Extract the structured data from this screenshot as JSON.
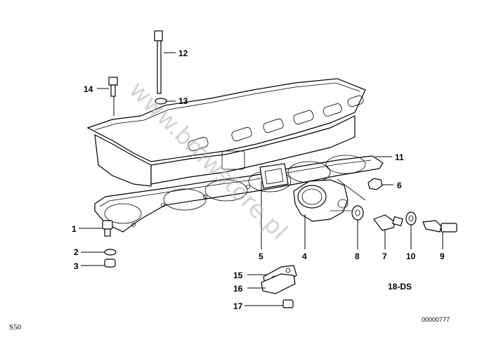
{
  "callouts": [
    {
      "id": "c1",
      "text": "1"
    },
    {
      "id": "c2",
      "text": "2"
    },
    {
      "id": "c3",
      "text": "3"
    },
    {
      "id": "c4",
      "text": "4"
    },
    {
      "id": "c5",
      "text": "5"
    },
    {
      "id": "c6",
      "text": "6"
    },
    {
      "id": "c7",
      "text": "7"
    },
    {
      "id": "c8",
      "text": "8"
    },
    {
      "id": "c9",
      "text": "9"
    },
    {
      "id": "c10",
      "text": "10"
    },
    {
      "id": "c11",
      "text": "11"
    },
    {
      "id": "c12",
      "text": "12"
    },
    {
      "id": "c13",
      "text": "13"
    },
    {
      "id": "c14",
      "text": "14"
    },
    {
      "id": "c15",
      "text": "15"
    },
    {
      "id": "c16",
      "text": "16"
    },
    {
      "id": "c17",
      "text": "17"
    }
  ],
  "diagram_code": "18-DS",
  "image_number": "00000777",
  "model_code": "S50",
  "watermark": "www.bmwstore.pl"
}
